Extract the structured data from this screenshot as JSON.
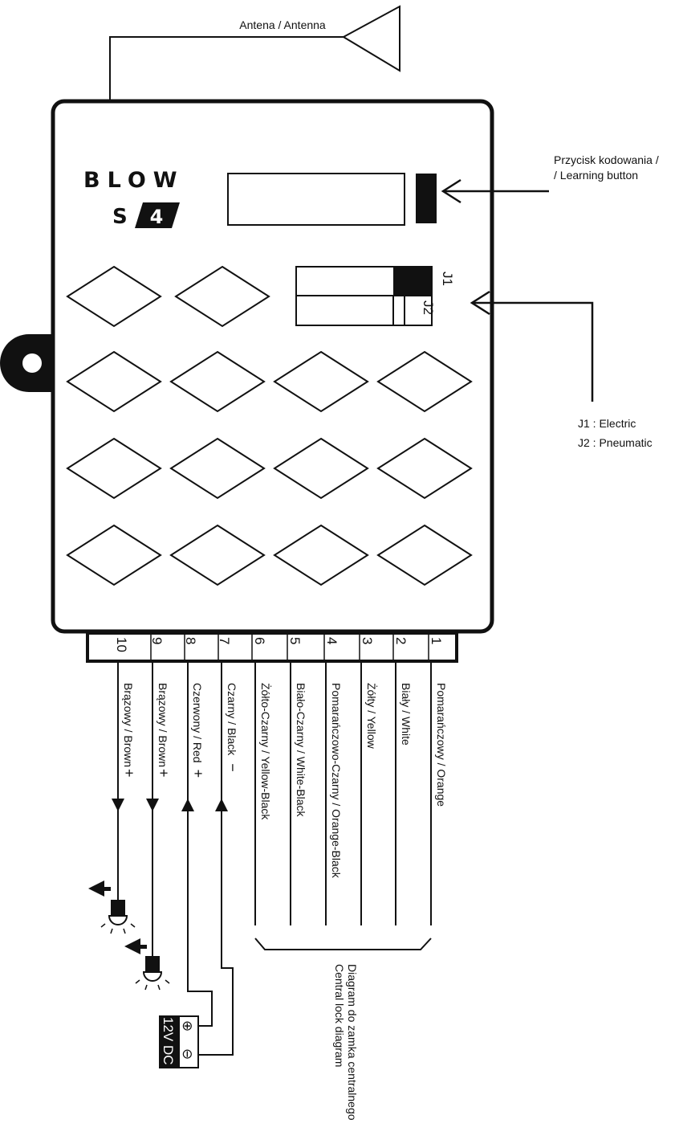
{
  "brand": {
    "name": "BLOW",
    "model_letter": "S",
    "model_number": "4"
  },
  "antenna_label": "Antena / Antenna",
  "learning_button_label": [
    "Przycisk kodowania /",
    "/ Learning button"
  ],
  "jumpers": {
    "j1": "J1",
    "j2": "J2",
    "legend": [
      "J1 : Electric",
      "J2 : Pneumatic"
    ]
  },
  "pins": [
    {
      "number": "10",
      "label": "Brązowy / Brown",
      "sign": "+"
    },
    {
      "number": "9",
      "label": "Brązowy / Brown",
      "sign": "+"
    },
    {
      "number": "8",
      "label": "Czerwony / Red",
      "sign": "+"
    },
    {
      "number": "7",
      "label": "Czarny / Black",
      "sign": "−"
    },
    {
      "number": "6",
      "label": "Żółto-Czarny / Yellow-Black",
      "sign": ""
    },
    {
      "number": "5",
      "label": "Biało-Czarny / White-Black",
      "sign": ""
    },
    {
      "number": "4",
      "label": "Pomarańczowo-Czarny / Orange-Black",
      "sign": ""
    },
    {
      "number": "3",
      "label": "Żółty / Yellow",
      "sign": ""
    },
    {
      "number": "2",
      "label": "Biały / White",
      "sign": ""
    },
    {
      "number": "1",
      "label": "Pomarańczowy / Orange",
      "sign": ""
    }
  ],
  "power": {
    "label": "12V DC",
    "plus": "⊕",
    "minus": "⊖"
  },
  "central_lock_label": [
    "Diagram do zamka centralnego",
    "Central lock diagram"
  ],
  "colors": {
    "line": "#111111",
    "background": "#ffffff"
  }
}
